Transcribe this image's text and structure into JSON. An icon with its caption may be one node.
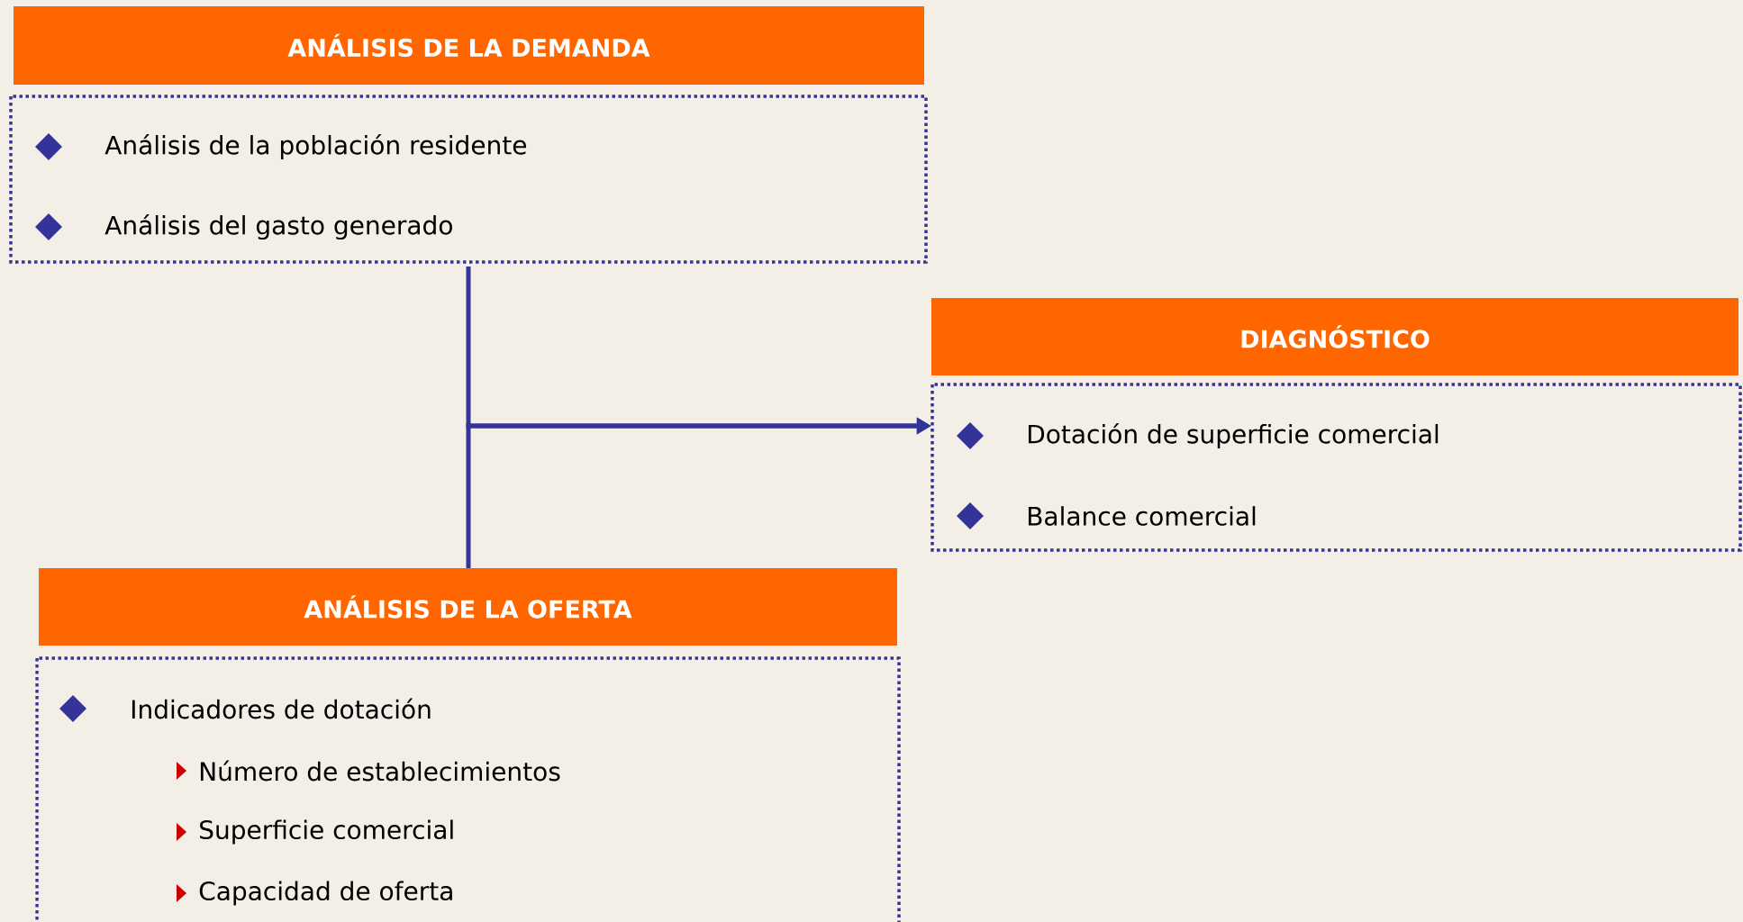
{
  "diagram": {
    "nodes": [
      {
        "text": [
          "ANÁLISIS DE LA DEMANDA",
          "Análisis de la población residente",
          "Análisis del gasto generado"
        ]
      },
      {
        "text": [
          "DIAGNÓSTICO",
          "Dotación de superficie comercial",
          "Balance comercial"
        ]
      },
      {
        "text": [
          "ANÁLISIS DE LA OFERTA",
          "Indicadores de dotación",
          "Número de establecimientos",
          "Superficie comercial",
          "Capacidad de oferta"
        ]
      }
    ],
    "edges": [
      {
        "from": 0,
        "to": 1,
        "arrow": "to"
      },
      {
        "from": 2,
        "to": 1,
        "arrow": "to"
      }
    ]
  }
}
